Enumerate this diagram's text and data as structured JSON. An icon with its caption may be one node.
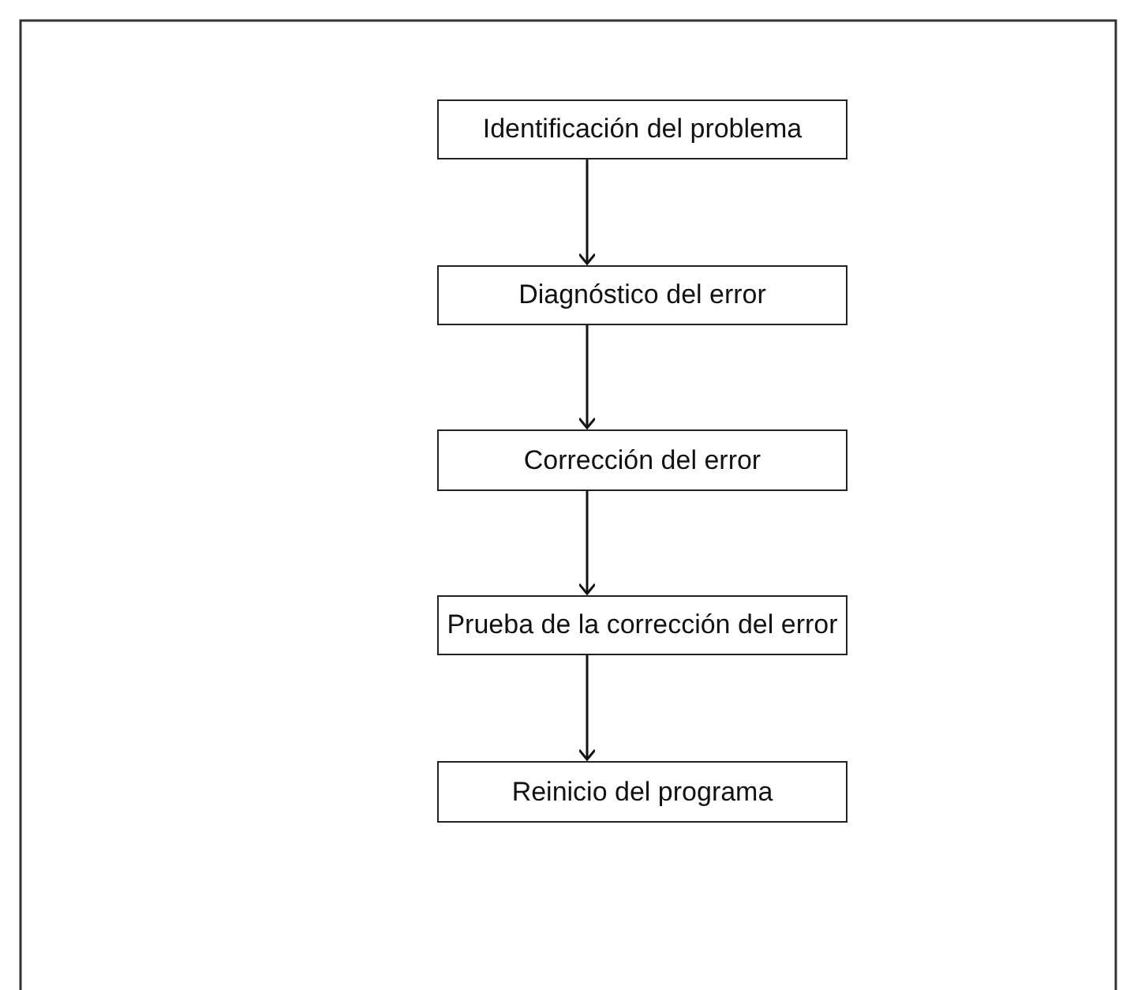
{
  "diagram": {
    "nodes": [
      {
        "text": [
          "Identificación del problema"
        ]
      },
      {
        "text": [
          "Diagnóstico del error"
        ]
      },
      {
        "text": [
          "Corrección del error"
        ]
      },
      {
        "text": [
          "Prueba de la corrección del error"
        ]
      },
      {
        "text": [
          "Reinicio del programa"
        ]
      }
    ],
    "edges": [
      {
        "from": 0,
        "to": 1,
        "arrow": "to"
      },
      {
        "from": 1,
        "to": 2,
        "arrow": "to"
      },
      {
        "from": 2,
        "to": 3,
        "arrow": "to"
      },
      {
        "from": 3,
        "to": 4,
        "arrow": "to"
      }
    ]
  }
}
